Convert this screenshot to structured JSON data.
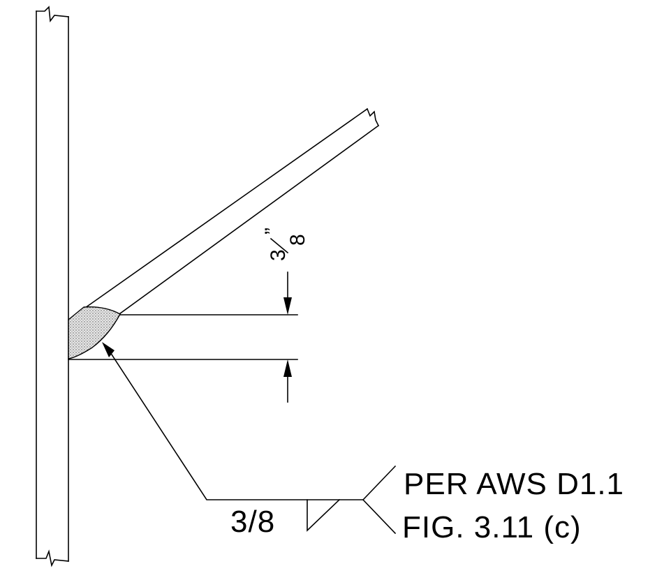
{
  "weld_size_label": "3/8",
  "dimension_fraction": {
    "numerator": "3",
    "denominator": "8",
    "inch_mark": "”"
  },
  "tail_note": {
    "line1": "PER AWS D1.1",
    "line2": "FIG. 3.11 (c)"
  },
  "colors": {
    "ink": "#000000",
    "weld_fill": "#bdbdbd",
    "background": "#ffffff"
  }
}
